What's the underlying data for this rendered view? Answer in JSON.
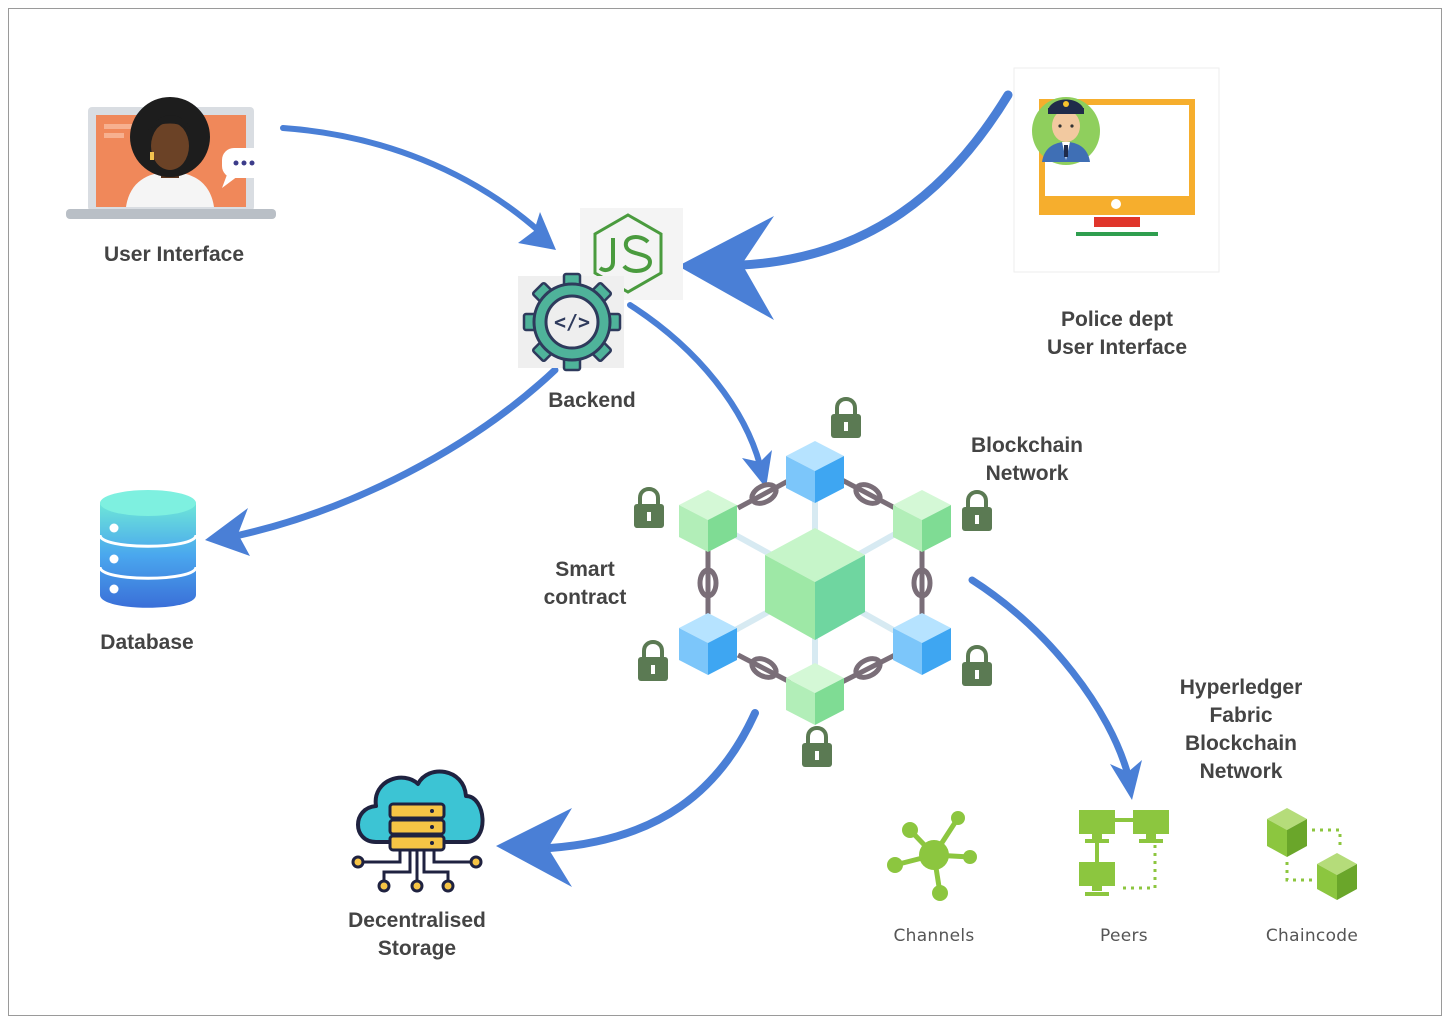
{
  "nodes": {
    "user_interface": "User Interface",
    "backend": "Backend",
    "police_ui": "Police dept\nUser Interface",
    "database": "Database",
    "smart_contract": "Smart\ncontract",
    "blockchain_network": "Blockchain\nNetwork",
    "hyperledger": "Hyperledger\nFabric\nBlockchain\nNetwork",
    "storage": "Decentralised\nStorage"
  },
  "fabric_components": [
    {
      "label": "Channels",
      "icon": "channels-icon"
    },
    {
      "label": "Peers",
      "icon": "peers-icon"
    },
    {
      "label": "Chaincode",
      "icon": "chaincode-icon"
    }
  ],
  "colors": {
    "arrow": "#4a7fd6",
    "cube_green": "#8ee39a",
    "cube_blue": "#5db8f5",
    "lock": "#5b7a53",
    "chain": "#7a6e78",
    "fabric_green": "#8cc63f"
  }
}
